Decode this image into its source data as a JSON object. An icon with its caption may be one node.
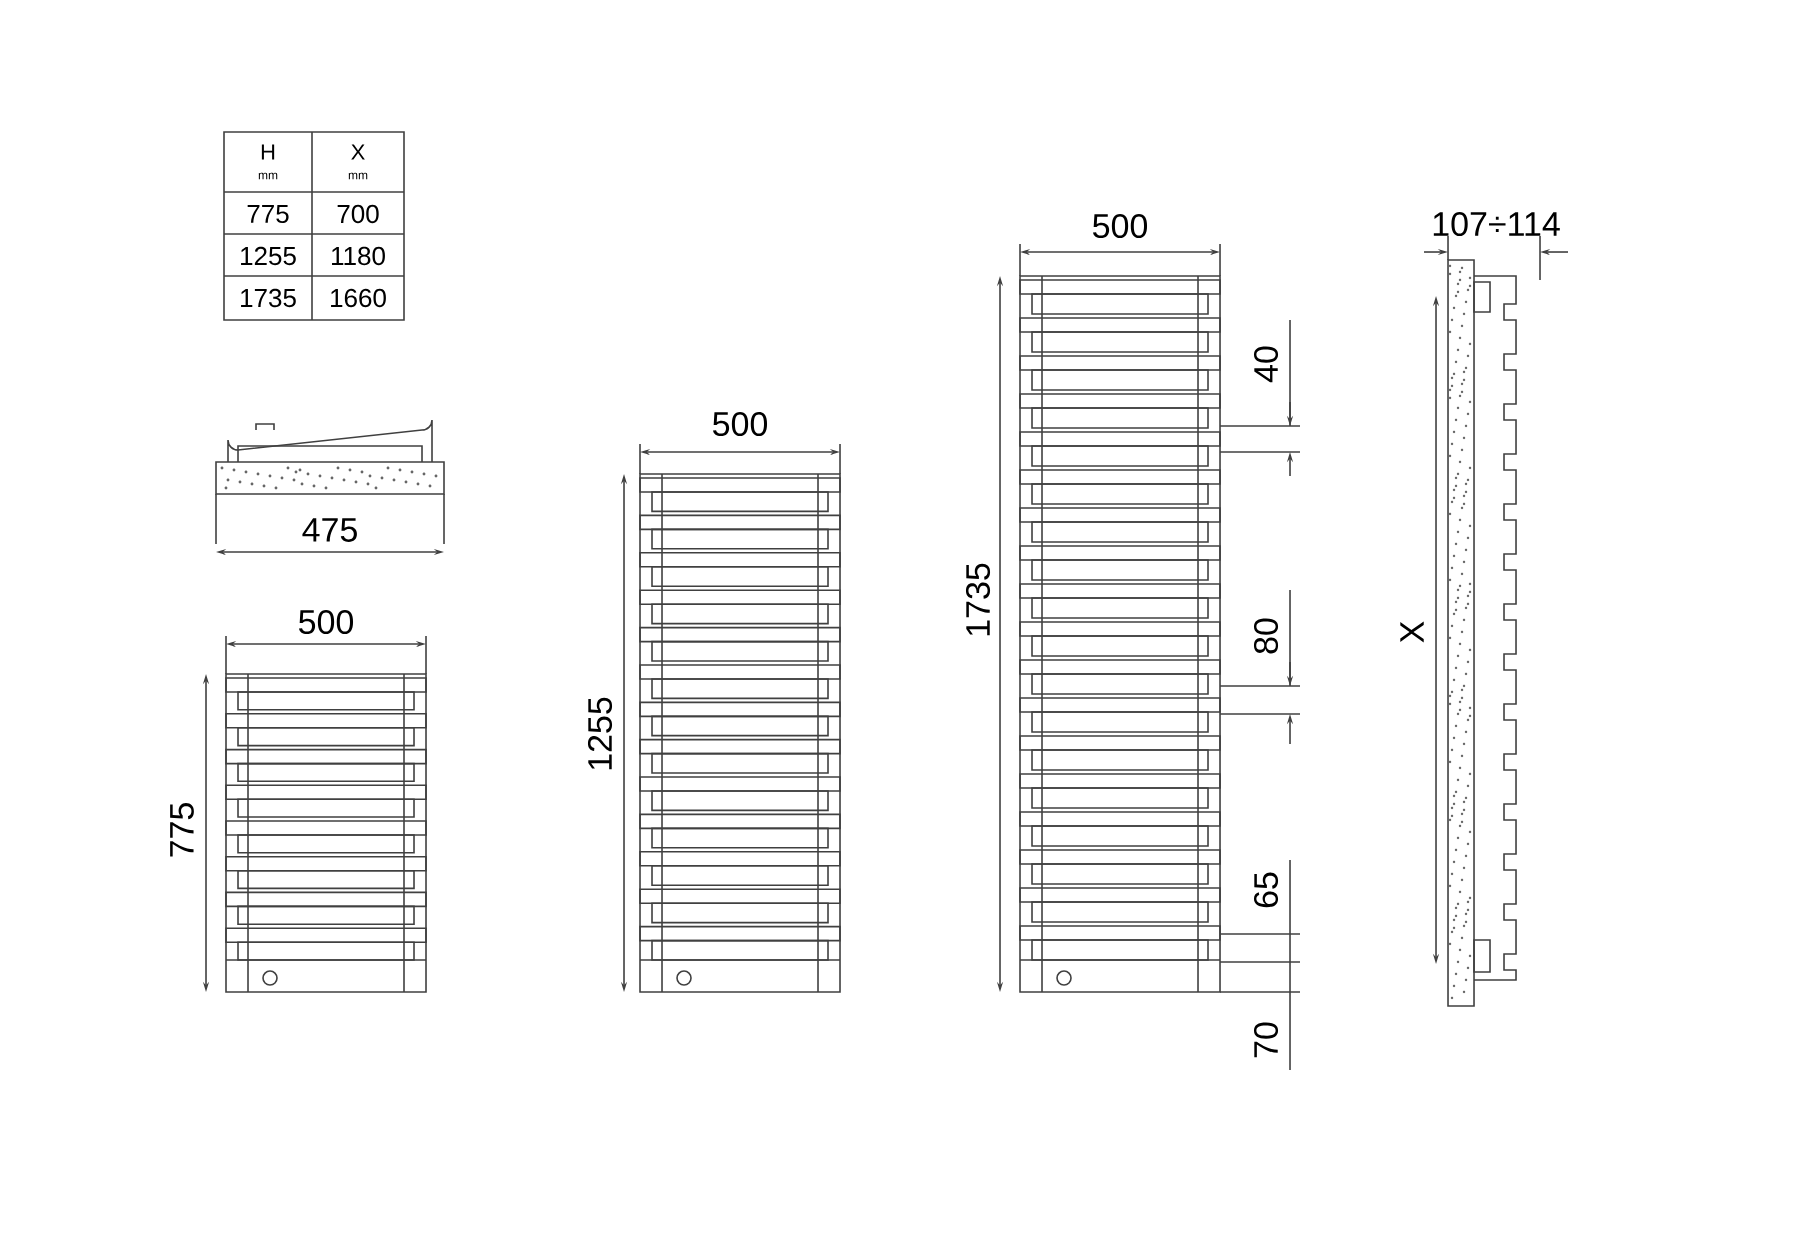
{
  "diagram": {
    "labels": [
      "H",
      "mm",
      "X",
      "mm",
      "775",
      "700",
      "1255",
      "1180",
      "1735",
      "1660",
      "475",
      "500",
      "775",
      "500",
      "1255",
      "500",
      "1735",
      "40",
      "80",
      "65",
      "70",
      "107÷114",
      "X"
    ]
  }
}
